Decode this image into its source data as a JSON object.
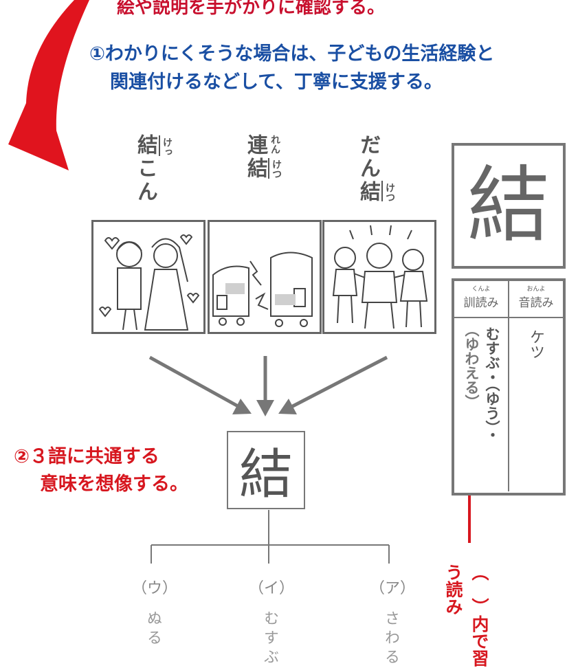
{
  "instructions": {
    "top_text": "絵や説明を手がかりに確認する。",
    "step1_line1": "①わかりにくそうな場合は、子どもの生活経験と",
    "step1_line2": "関連付けるなどして、丁寧に支援する。",
    "step2_line1": "②３語に共通する",
    "step2_line2": "意味を想像する。",
    "side_note": "（　）内で習う読み"
  },
  "words": [
    {
      "text": "結こん",
      "furigana_ketsu": "けっ"
    },
    {
      "text_top": "連",
      "text_bottom": "結",
      "furigana_ren": "れん",
      "furigana_ketsu": "けつ"
    },
    {
      "text": "だん結",
      "furigana_ketsu": "けつ"
    }
  ],
  "center_kanji": "結",
  "choices": [
    {
      "label": "（ウ）",
      "reading": "ぬる"
    },
    {
      "label": "（イ）",
      "reading": "むすぶ"
    },
    {
      "label": "（ア）",
      "reading": "さわる"
    }
  ],
  "card": {
    "kanji": "結",
    "kun_header": "訓読み",
    "kun_ruby": "くんよ",
    "on_header": "音読み",
    "on_ruby": "おんよ",
    "kun_reading_main": "むすぶ・（ゆう）・",
    "kun_reading_paren": "（ゆわえる）",
    "on_reading": "ケツ"
  },
  "colors": {
    "red": "#d7171f",
    "blue": "#1a4fa3",
    "gray": "#777777"
  }
}
